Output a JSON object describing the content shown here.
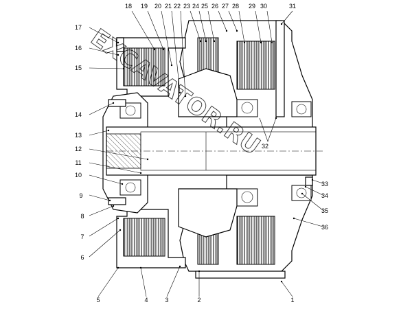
{
  "watermark": "EXCAVATOR.RU",
  "callouts": [
    {
      "id": "1",
      "label": "1"
    },
    {
      "id": "2",
      "label": "2"
    },
    {
      "id": "3",
      "label": "3"
    },
    {
      "id": "4",
      "label": "4"
    },
    {
      "id": "5",
      "label": "5"
    },
    {
      "id": "6",
      "label": "6"
    },
    {
      "id": "7",
      "label": "7"
    },
    {
      "id": "8",
      "label": "8"
    },
    {
      "id": "9",
      "label": "9"
    },
    {
      "id": "10",
      "label": "10"
    },
    {
      "id": "11",
      "label": "11"
    },
    {
      "id": "12",
      "label": "12"
    },
    {
      "id": "13",
      "label": "13"
    },
    {
      "id": "14",
      "label": "14"
    },
    {
      "id": "15",
      "label": "15"
    },
    {
      "id": "16",
      "label": "16"
    },
    {
      "id": "17",
      "label": "17"
    },
    {
      "id": "18",
      "label": "18"
    },
    {
      "id": "19",
      "label": "19"
    },
    {
      "id": "20",
      "label": "20"
    },
    {
      "id": "21",
      "label": "21"
    },
    {
      "id": "22",
      "label": "22"
    },
    {
      "id": "23",
      "label": "23"
    },
    {
      "id": "24",
      "label": "24"
    },
    {
      "id": "25",
      "label": "25"
    },
    {
      "id": "26",
      "label": "26"
    },
    {
      "id": "27",
      "label": "27"
    },
    {
      "id": "28",
      "label": "28"
    },
    {
      "id": "29",
      "label": "29"
    },
    {
      "id": "30",
      "label": "30"
    },
    {
      "id": "31",
      "label": "31"
    },
    {
      "id": "32",
      "label": "32"
    },
    {
      "id": "33",
      "label": "33"
    },
    {
      "id": "34",
      "label": "34"
    },
    {
      "id": "35",
      "label": "35"
    },
    {
      "id": "36",
      "label": "36"
    }
  ]
}
